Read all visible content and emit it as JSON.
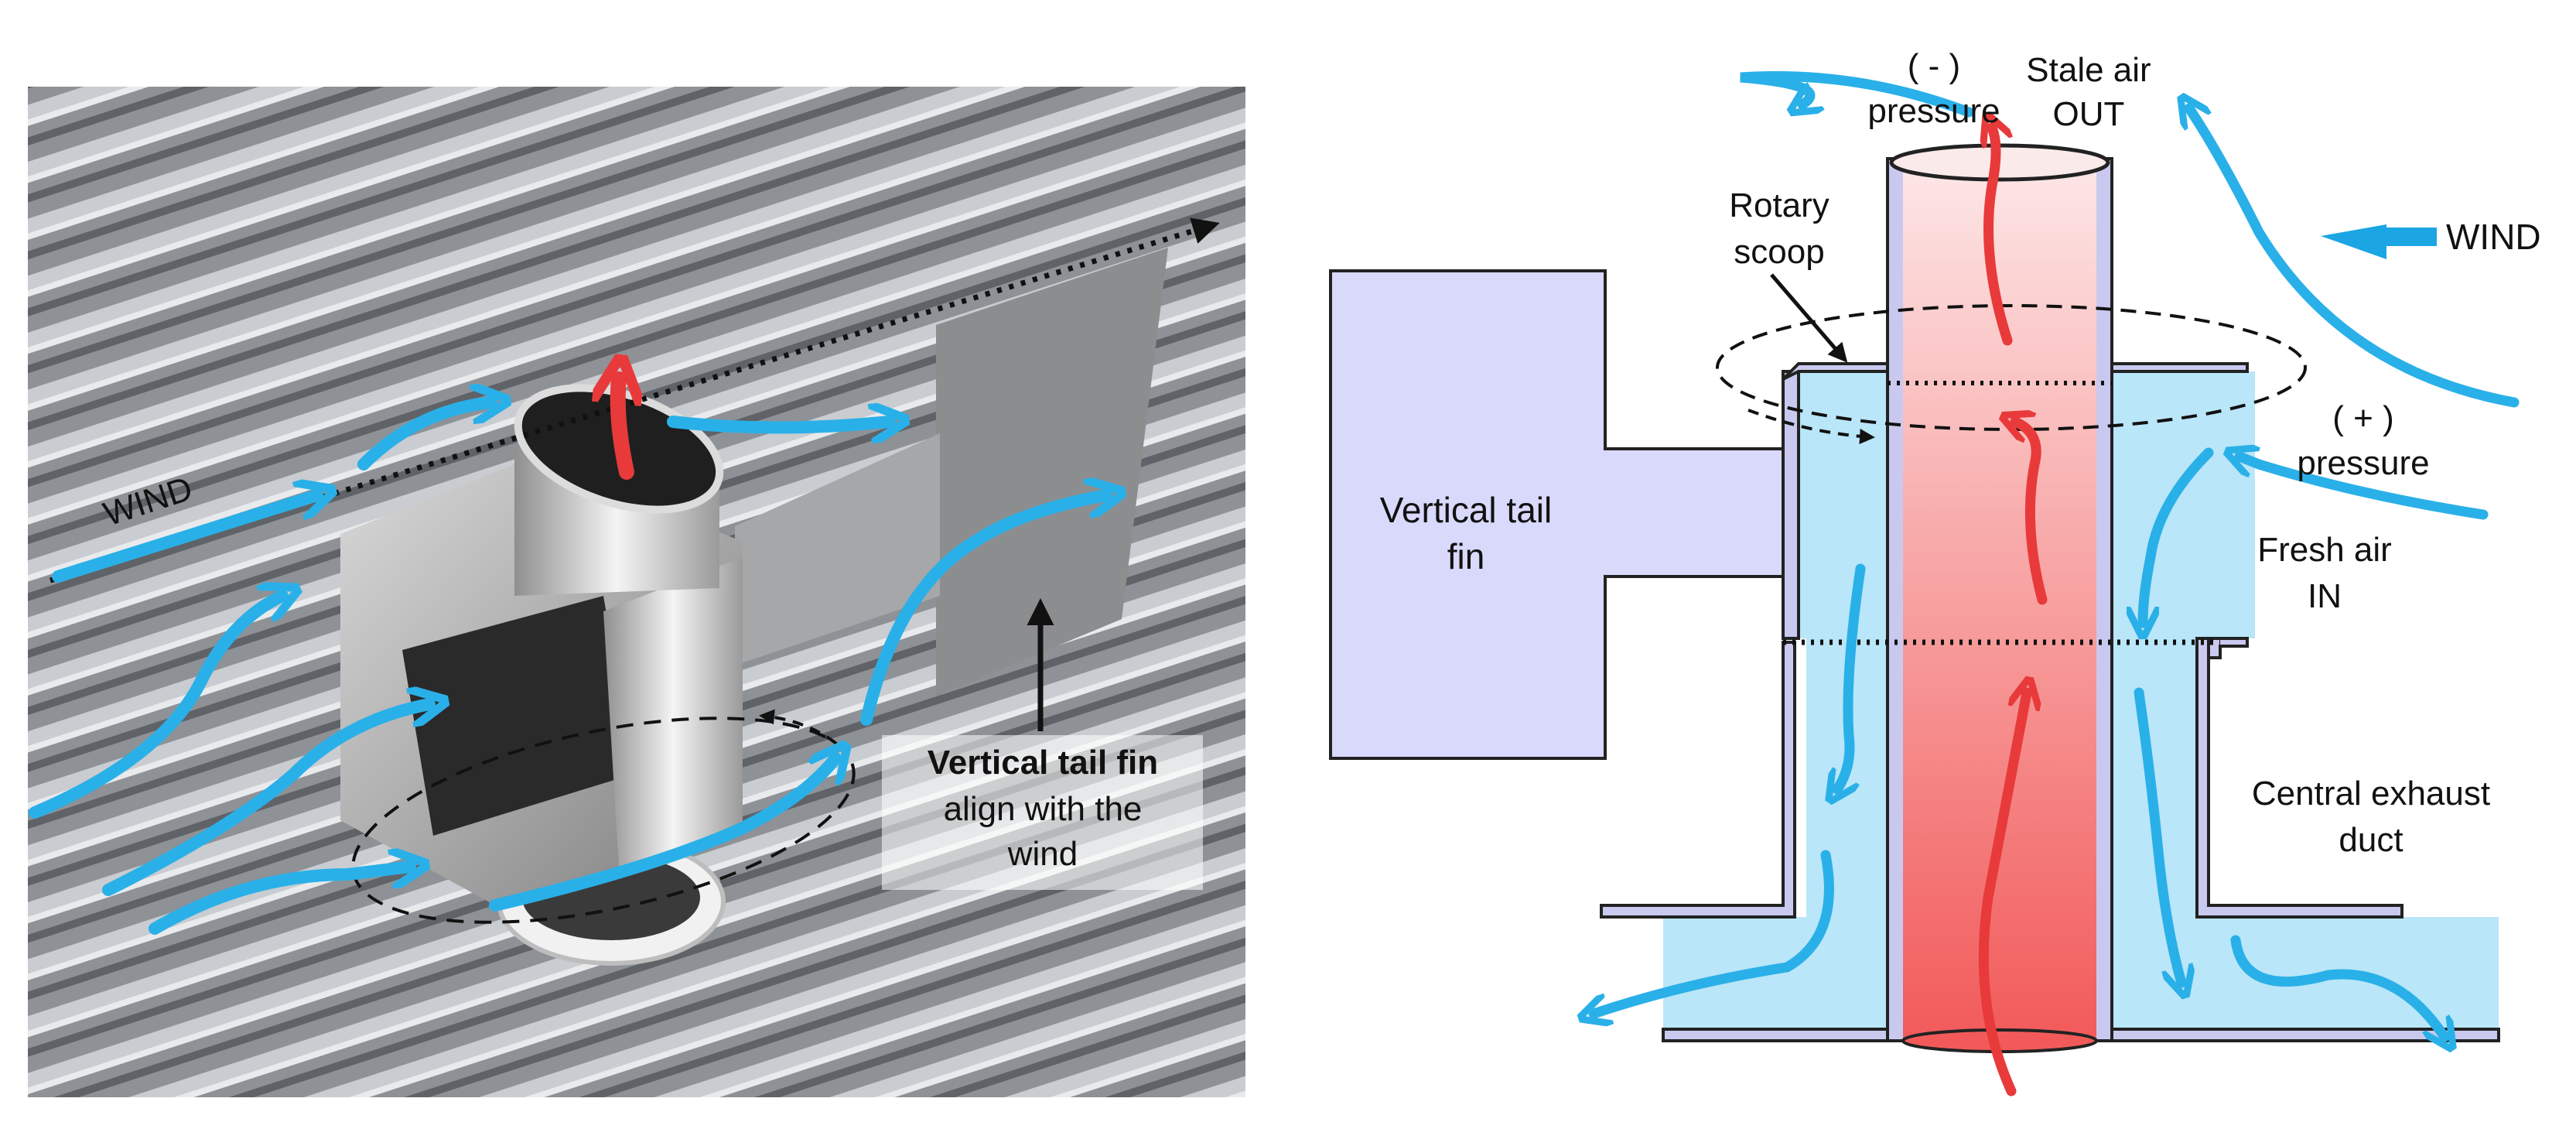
{
  "photo": {
    "wind_label": "WIND",
    "callout_title": "Vertical tail fin",
    "callout_line1": "align with the",
    "callout_line2": "wind"
  },
  "diagram": {
    "neg_pressure_1": "( - )",
    "neg_pressure_2": "pressure",
    "stale_air_1": "Stale air",
    "stale_air_2": "OUT",
    "rotary_scoop_1": "Rotary",
    "rotary_scoop_2": "scoop",
    "wind_label": "WIND",
    "pos_pressure_1": "( + )",
    "pos_pressure_2": "pressure",
    "tail_fin_1": "Vertical tail",
    "tail_fin_2": "fin",
    "fresh_air_1": "Fresh air",
    "fresh_air_2": "IN",
    "exhaust_1": "Central exhaust",
    "exhaust_2": "duct"
  },
  "colors": {
    "airflow_in": "#2ab0e8",
    "airflow_out": "#e83a3a",
    "fin_fill": "#d9d9fb",
    "duct_fill": "#b9e6f8",
    "roof": "#8e9296"
  },
  "icons": [
    "blue-airflow-arrow-icon",
    "red-airflow-arrow-icon",
    "wind-arrow-icon",
    "pointer-arrow-icon"
  ]
}
